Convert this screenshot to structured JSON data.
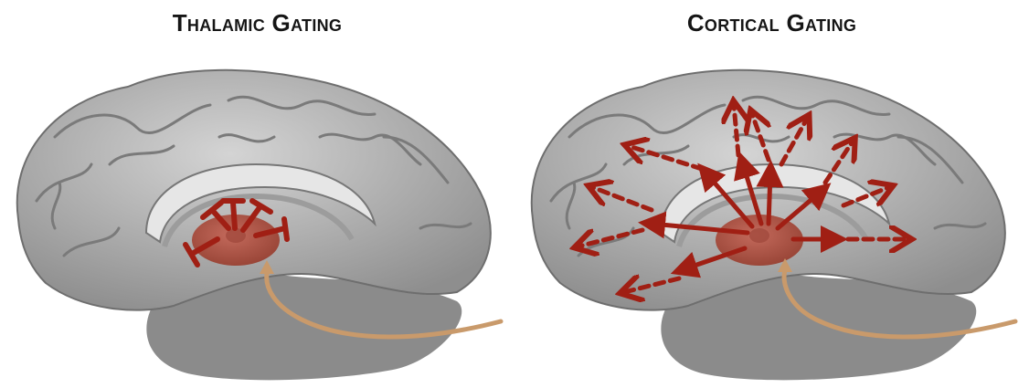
{
  "panels": [
    {
      "title": "Thalamic Gating",
      "brain_icon": "brain-sagittal-icon",
      "gating": "blocked"
    },
    {
      "title": "Cortical Gating",
      "brain_icon": "brain-sagittal-icon",
      "gating": "propagating"
    }
  ],
  "colors": {
    "arrow": "#a01f14",
    "thalamus": "#b7574a",
    "input_pathway": "#c99a6b",
    "brain": "#b9b9b9",
    "title": "#151515"
  }
}
